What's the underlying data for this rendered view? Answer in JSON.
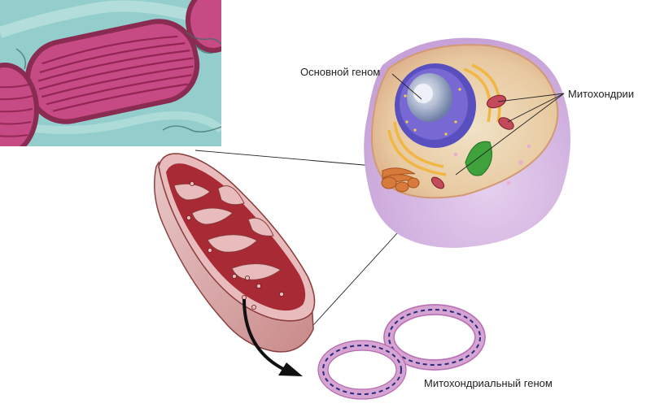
{
  "labels": {
    "nuclear_genome": "Основной геном",
    "mitochondria": "Митохондрии",
    "mito_genome": "Митохондриальный геном"
  },
  "colors": {
    "micrograph_bg": "#8fcfcf",
    "mitochondrion_matrix": "#c0306a",
    "mitochondrion_wall": "#e8c4c4",
    "cristae": "#9e2030",
    "cell_cytoplasm": "#ecdcb8",
    "cell_membrane": "#d9b38c",
    "nucleus_outer": "#6a5cc8",
    "nucleolus": "#bcc6d8",
    "er_yellow": "#f2b43a",
    "chloroplast_green": "#3fa23c",
    "dna_strand_pink": "#c88ac0",
    "dna_strand_blue": "#2a2a7a",
    "arrow_black": "#111111"
  },
  "icons": [
    "micrograph-image",
    "mitochondrion-cutaway",
    "animal-cell",
    "mtdna-ring-left",
    "mtdna-ring-right",
    "curved-arrow"
  ]
}
